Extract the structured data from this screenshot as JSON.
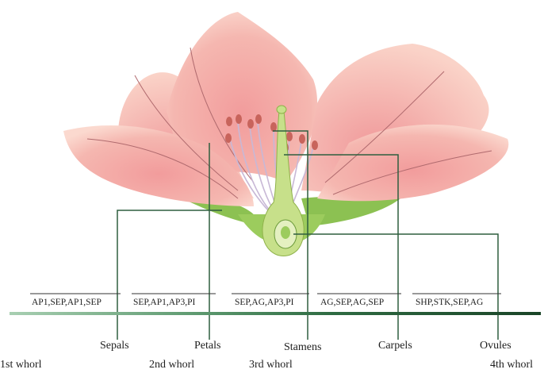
{
  "organs": [
    {
      "label": "Sepals"
    },
    {
      "label": "Petals"
    },
    {
      "label": "Stamens"
    },
    {
      "label": "Carpels"
    },
    {
      "label": "Ovules"
    }
  ],
  "gene_sets": [
    {
      "text": "AP1,SEP,AP1,SEP"
    },
    {
      "text": "SEP,AP1,AP3,PI"
    },
    {
      "text": "SEP,AG,AP3,PI"
    },
    {
      "text": "AG,SEP,AG,SEP"
    },
    {
      "text": "SHP,STK,SEP,AG"
    }
  ],
  "whorls": [
    {
      "label": "1st whorl"
    },
    {
      "label": "2nd whorl"
    },
    {
      "label": "3rd whorl"
    },
    {
      "label": "4th whorl"
    }
  ],
  "colors": {
    "petal": "#f2a5a3",
    "petal_light": "#fbd9cf",
    "sepal": "#8cc152",
    "pistil": "#c7e08a",
    "line": "#2e5e3f",
    "bar_light": "#8fbf9f",
    "bar_dark": "#1f4d2e"
  }
}
